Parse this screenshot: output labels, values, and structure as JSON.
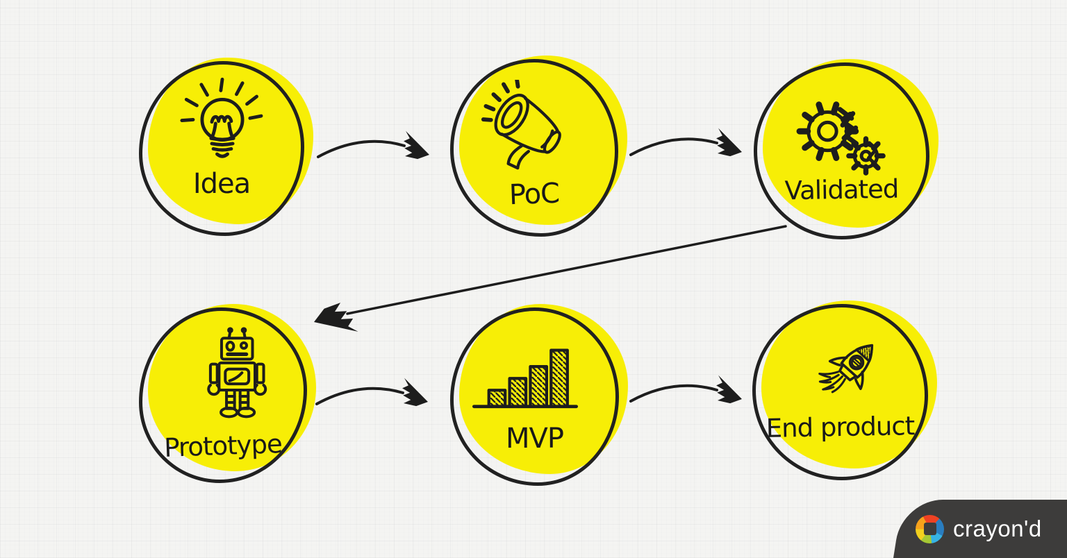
{
  "diagram": {
    "type": "flow",
    "nodes": [
      {
        "label": "Idea",
        "icon": "lightbulb-icon",
        "row": 1
      },
      {
        "label": "PoC",
        "icon": "megaphone-icon",
        "row": 1
      },
      {
        "label": "Validated",
        "icon": "gears-icon",
        "row": 1
      },
      {
        "label": "Prototype",
        "icon": "robot-icon",
        "row": 2
      },
      {
        "label": "MVP",
        "icon": "bar-chart-icon",
        "row": 2
      },
      {
        "label": "End product",
        "icon": "rocket-icon",
        "row": 2
      }
    ],
    "edges": [
      {
        "from": "Idea",
        "to": "PoC"
      },
      {
        "from": "PoC",
        "to": "Validated"
      },
      {
        "from": "Validated",
        "to": "Prototype"
      },
      {
        "from": "Prototype",
        "to": "MVP"
      },
      {
        "from": "MVP",
        "to": "End product"
      }
    ]
  },
  "colors": {
    "node_fill": "#f7ee06",
    "ink": "#1d1d1d",
    "background": "#f4f4f2",
    "brand_plate": "#3d3c3b",
    "brand_text": "#ffffff",
    "logo_segments": [
      "#f2d01e",
      "#f7a21b",
      "#ef4223",
      "#2a7dc0",
      "#36b3e4",
      "#a6c834"
    ]
  },
  "brand": {
    "name": "crayon'd"
  }
}
